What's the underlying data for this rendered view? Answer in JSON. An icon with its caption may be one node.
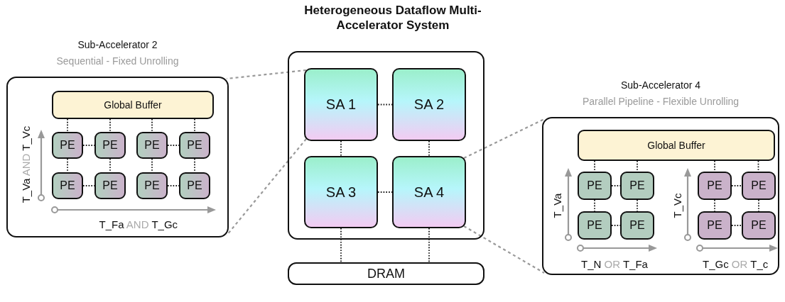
{
  "diagram": {
    "title": "Heterogeneous Dataflow Multi-Accelerator System",
    "nodes": [
      {
        "text": [],
        "shape": "box"
      },
      {
        "text": [
          "SA 1"
        ],
        "in": 0
      },
      {
        "text": [
          "SA 2"
        ],
        "in": 0
      },
      {
        "text": [
          "SA 3"
        ],
        "in": 0
      },
      {
        "text": [
          "SA 4"
        ],
        "in": 0
      },
      {
        "text": [
          "DRAM"
        ]
      },
      {
        "text": [
          "Sub-Accelerator 2",
          "Sequential - Fixed Unrolling"
        ]
      },
      {
        "text": [
          "Global Buffer"
        ],
        "in": 6
      },
      {
        "text": [
          "PE"
        ],
        "in": 6
      },
      {
        "text": [
          "PE"
        ],
        "in": 6
      },
      {
        "text": [
          "PE"
        ],
        "in": 6
      },
      {
        "text": [
          "PE"
        ],
        "in": 6
      },
      {
        "text": [
          "PE"
        ],
        "in": 6
      },
      {
        "text": [
          "PE"
        ],
        "in": 6
      },
      {
        "text": [
          "PE"
        ],
        "in": 6
      },
      {
        "text": [
          "PE"
        ],
        "in": 6
      },
      {
        "text": [
          "Sub-Accelerator 4",
          "Parallel Pipeline - Flexible Unrolling"
        ]
      },
      {
        "text": [
          "Global Buffer"
        ],
        "in": 16
      },
      {
        "text": [
          "PE"
        ],
        "in": 16
      },
      {
        "text": [
          "PE"
        ],
        "in": 16
      },
      {
        "text": [
          "PE"
        ],
        "in": 16
      },
      {
        "text": [
          "PE"
        ],
        "in": 16
      },
      {
        "text": [
          "PE"
        ],
        "in": 16
      },
      {
        "text": [
          "PE"
        ],
        "in": 16
      },
      {
        "text": [
          "PE"
        ],
        "in": 16
      },
      {
        "text": [
          "PE"
        ],
        "in": 16
      }
    ],
    "edges": [
      {
        "from": 1,
        "to": 2,
        "arrow": "none"
      },
      {
        "from": 1,
        "to": 3,
        "arrow": "none"
      },
      {
        "from": 2,
        "to": 4,
        "arrow": "none"
      },
      {
        "from": 3,
        "to": 4,
        "arrow": "none"
      },
      {
        "from": 3,
        "to": 5,
        "arrow": "none"
      },
      {
        "from": 4,
        "to": 5,
        "arrow": "none"
      },
      {
        "from": 1,
        "to": 6,
        "arrow": "none",
        "style": "dashed",
        "color": "#9a9a9a"
      },
      {
        "from": 1,
        "to": 6,
        "arrow": "none",
        "style": "dashed",
        "color": "#9a9a9a"
      },
      {
        "from": 4,
        "to": 16,
        "arrow": "none",
        "style": "dashed",
        "color": "#9a9a9a"
      },
      {
        "from": 4,
        "to": 16,
        "arrow": "none",
        "style": "dashed",
        "color": "#9a9a9a"
      },
      {
        "from": 7,
        "to": 8,
        "arrow": "none"
      },
      {
        "from": 7,
        "to": 9,
        "arrow": "none"
      },
      {
        "from": 7,
        "to": 10,
        "arrow": "none"
      },
      {
        "from": 7,
        "to": 11,
        "arrow": "none"
      },
      {
        "from": 8,
        "to": 9,
        "arrow": "none"
      },
      {
        "from": 10,
        "to": 11,
        "arrow": "none"
      },
      {
        "from": 12,
        "to": 13,
        "arrow": "none"
      },
      {
        "from": 14,
        "to": 15,
        "arrow": "none"
      },
      {
        "from": 8,
        "to": 12,
        "arrow": "none"
      },
      {
        "from": 9,
        "to": 13,
        "arrow": "none"
      },
      {
        "from": 10,
        "to": 14,
        "arrow": "none"
      },
      {
        "from": 11,
        "to": 15,
        "arrow": "none"
      },
      {
        "from": 17,
        "to": 18,
        "arrow": "none"
      },
      {
        "from": 17,
        "to": 19,
        "arrow": "none"
      },
      {
        "from": 17,
        "to": 20,
        "arrow": "none"
      },
      {
        "from": 17,
        "to": 21,
        "arrow": "none"
      },
      {
        "from": 18,
        "to": 19,
        "arrow": "none"
      },
      {
        "from": 20,
        "to": 21,
        "arrow": "none"
      },
      {
        "from": 22,
        "to": 23,
        "arrow": "none"
      },
      {
        "from": 24,
        "to": 25,
        "arrow": "none"
      },
      {
        "from": 18,
        "to": 22,
        "arrow": "none"
      },
      {
        "from": 19,
        "to": 23,
        "arrow": "none"
      },
      {
        "from": 20,
        "to": 24,
        "arrow": "none"
      },
      {
        "from": 21,
        "to": 25,
        "arrow": "none"
      }
    ],
    "labels": [
      "T_Va AND T_Vc",
      "T_Fa AND T_Gc",
      "T_Va",
      "T_N OR T_Fa",
      "T_Vc",
      "T_Gc OR T_c"
    ]
  }
}
